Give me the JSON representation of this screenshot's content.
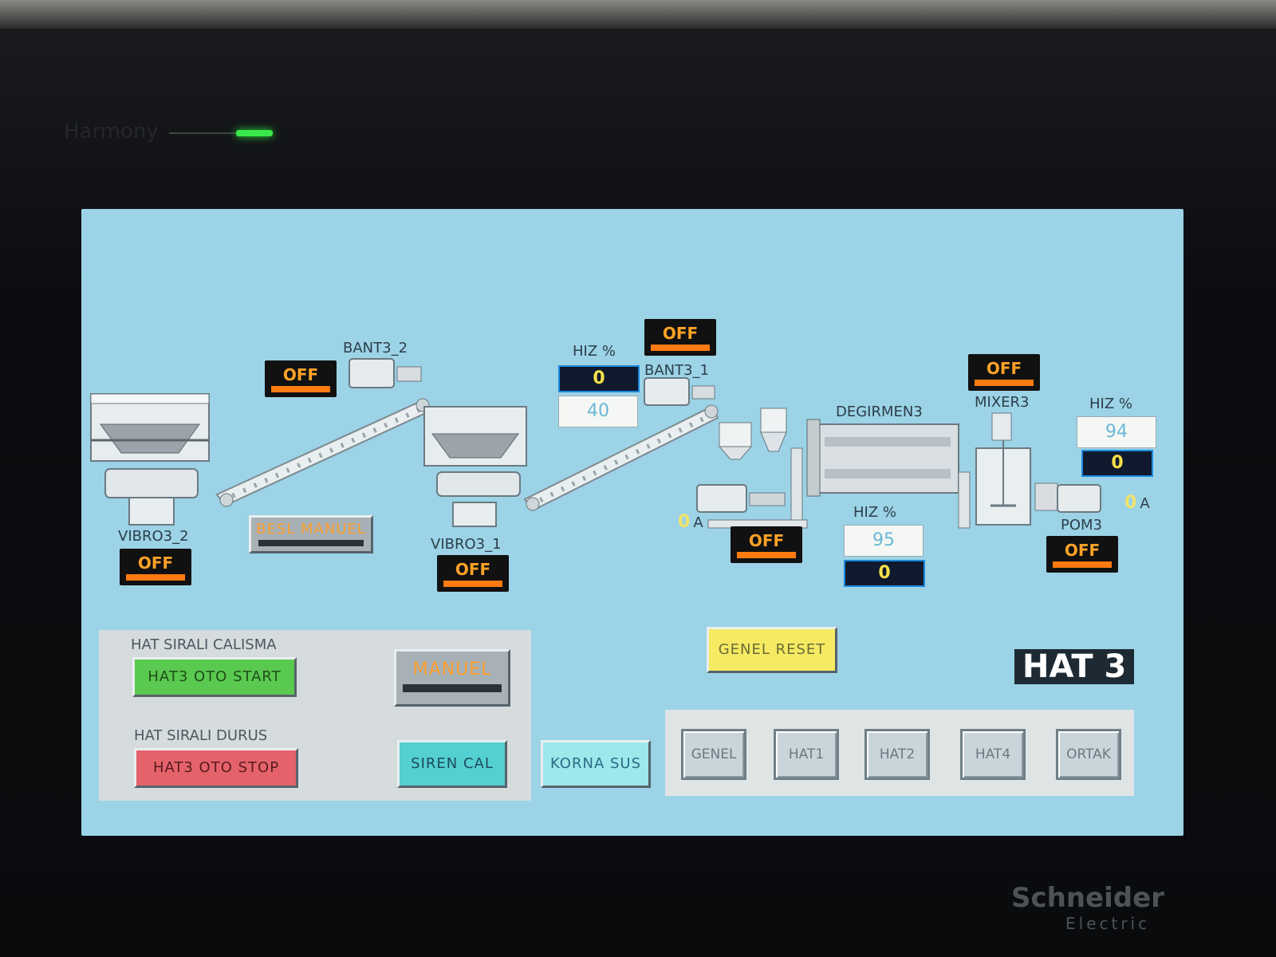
{
  "device": {
    "model_text": "Harmony",
    "brand": "Schneider",
    "brand_sub": "Electric"
  },
  "screen": {
    "title": "HAT 3",
    "equipment": {
      "vibro3_2": {
        "label": "VIBRO3_2",
        "state": "OFF"
      },
      "bant3_2": {
        "label": "BANT3_2",
        "state": "OFF"
      },
      "besl_manuel": {
        "label": "BESL MANUEL"
      },
      "vibro3_1": {
        "label": "VIBRO3_1",
        "state": "OFF"
      },
      "bant3_1": {
        "label": "BANT3_1",
        "state": "OFF",
        "hiz_label": "HIZ %",
        "hiz_actual": "0",
        "hiz_set": "40"
      },
      "mill_motor": {
        "state": "OFF",
        "current": "0",
        "current_unit": "A"
      },
      "degirmen3": {
        "label": "DEGIRMEN3",
        "hiz_label": "HIZ %",
        "hiz_set": "95",
        "hiz_actual": "0"
      },
      "mixer3": {
        "label": "MIXER3",
        "state": "OFF"
      },
      "pom3": {
        "label": "POM3",
        "state": "OFF",
        "hiz_label": "HIZ %",
        "hiz_set": "94",
        "hiz_actual": "0",
        "current": "0",
        "current_unit": "A"
      }
    },
    "controls": {
      "sirali_calisma_label": "HAT SIRALI CALISMA",
      "start_button": "HAT3 OTO START",
      "sirali_durus_label": "HAT SIRALI DURUS",
      "stop_button": "HAT3 OTO STOP",
      "manuel_button": "MANUEL",
      "siren_button": "SIREN CAL",
      "korna_button": "KORNA SUS",
      "genel_reset_button": "GENEL RESET"
    },
    "nav": [
      "GENEL",
      "HAT1",
      "HAT2",
      "HAT4",
      "ORTAK"
    ],
    "colors": {
      "screen_bg": "#9cd3e6",
      "off_text": "#ffa227",
      "start_green": "#5ac94f",
      "stop_red": "#e4636b",
      "teal": "#54d0d2",
      "reset_yellow": "#f5ea62"
    }
  }
}
